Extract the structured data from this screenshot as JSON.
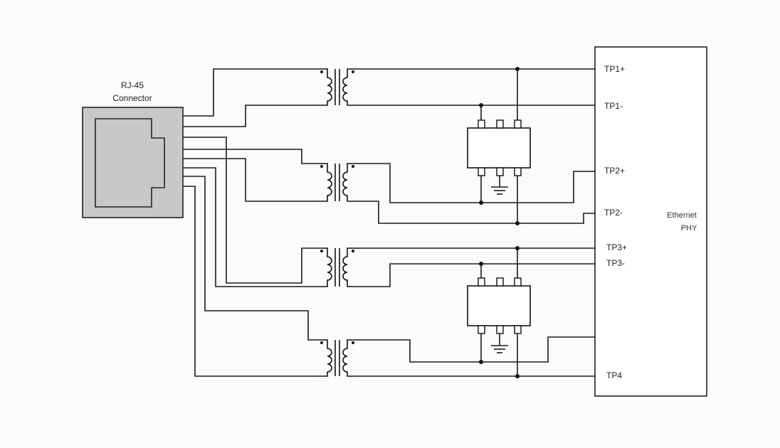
{
  "connector": {
    "line1": "RJ-45",
    "line2": "Connector"
  },
  "phy": {
    "line1": "Ethernet",
    "line2": "PHY"
  },
  "pins": {
    "tp1p": "TP1+",
    "tp1m": "TP1-",
    "tp2p": "TP2+",
    "tp2m": "TP2-",
    "tp3p": "TP3+",
    "tp3m": "TP3-",
    "tp4": "TP4"
  },
  "colors": {
    "connector_fill": "#c8c8c8",
    "line": "#1a1a1a",
    "background": "#fbfbfb"
  }
}
